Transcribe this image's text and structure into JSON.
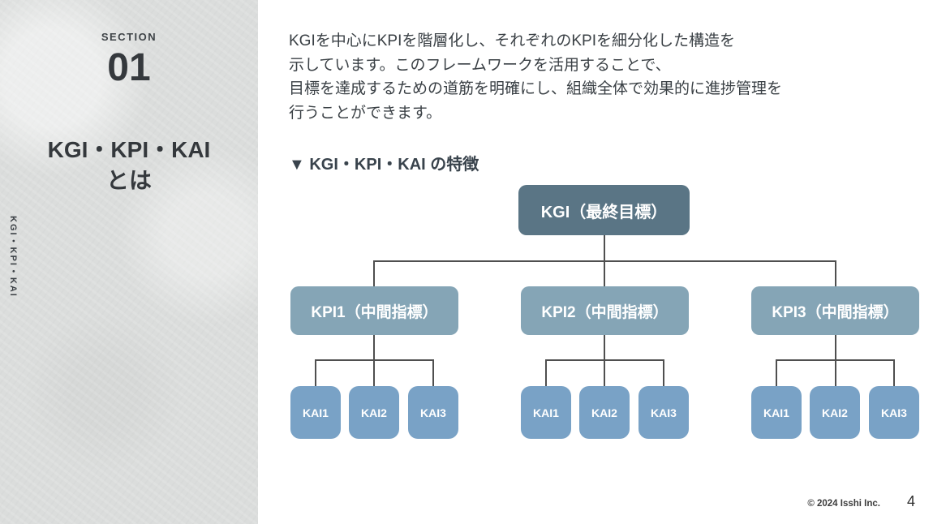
{
  "sidebar": {
    "section_label": "SECTION",
    "section_number": "01",
    "title_line1": "KGI・KPI・KAI",
    "title_line2": "とは",
    "vertical_text": "KGI・KPI・KAI"
  },
  "main": {
    "paragraph_lines": [
      "KGIを中心にKPIを階層化し、それぞれのKPIを細分化した構造を",
      "示しています。このフレームワークを活用することで、",
      "目標を達成するための道筋を明確にし、組織全体で効果的に進捗管理を",
      "行うことができます。"
    ],
    "diagram_heading": "▼ KGI・KPI・KAI の特徴"
  },
  "diagram": {
    "type": "hierarchy-tree",
    "root": {
      "label": "KGI（最終目標）"
    },
    "groups": [
      {
        "kpi": "KPI1（中間指標）",
        "kais": [
          "KAI1",
          "KAI2",
          "KAI3"
        ]
      },
      {
        "kpi": "KPI2（中間指標）",
        "kais": [
          "KAI1",
          "KAI2",
          "KAI3"
        ]
      },
      {
        "kpi": "KPI3（中間指標）",
        "kais": [
          "KAI1",
          "KAI2",
          "KAI3"
        ]
      }
    ],
    "colors": {
      "root_box": "#5a7585",
      "kpi_box": "#85a5b6",
      "kai_box": "#79a2c6",
      "connector": "#4f4f4f",
      "sidebar_bg": "#dbdddc",
      "text": "#3a4045"
    }
  },
  "footer": {
    "copyright": "© 2024 Isshi Inc.",
    "page_number": "4"
  }
}
